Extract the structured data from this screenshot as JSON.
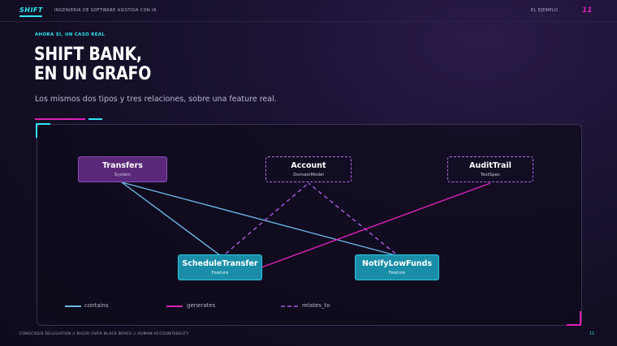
{
  "header": {
    "brand": "SHIFT",
    "subtitle": "INGENIERÍA DE SOFTWARE ASISTIDA CON IA",
    "section": "EL EJEMPLO",
    "page_number": "11"
  },
  "slide": {
    "kicker": "AHORA SÍ, UN CASO REAL",
    "title_line1": "SHIFT BANK,",
    "title_line2": "EN UN GRAFO",
    "lead": "Los mismos dos tipos y tres relaciones, sobre una feature real."
  },
  "graph": {
    "nodes": [
      {
        "id": "transfers",
        "name": "Transfers",
        "type": "System"
      },
      {
        "id": "account",
        "name": "Account",
        "type": "DomainModel"
      },
      {
        "id": "audittrail",
        "name": "AuditTrail",
        "type": "TestSpec"
      },
      {
        "id": "scheduletransfer",
        "name": "ScheduleTransfer",
        "type": "Feature"
      },
      {
        "id": "notifylowfunds",
        "name": "NotifyLowFunds",
        "type": "Feature"
      }
    ],
    "edges": [
      {
        "from": "transfers",
        "to": "scheduletransfer",
        "relation": "contains"
      },
      {
        "from": "transfers",
        "to": "notifylowfunds",
        "relation": "contains"
      },
      {
        "from": "scheduletransfer",
        "to": "account",
        "relation": "relates_to"
      },
      {
        "from": "notifylowfunds",
        "to": "account",
        "relation": "relates_to"
      },
      {
        "from": "scheduletransfer",
        "to": "audittrail",
        "relation": "generates"
      }
    ]
  },
  "legend": {
    "contains": "contains",
    "generates": "generates",
    "relates_to": "relates_to"
  },
  "colors": {
    "contains": "#6fb6e6",
    "generates": "#e020b8",
    "relates_to": "#a85ae0",
    "accent_cyan": "#2ee6f0",
    "accent_pink": "#e020b8"
  },
  "footer": {
    "text": "CONSCIOUS DELEGATION // RIGOR OVER BLACK BOXES // HUMAN ACCOUNTABILITY",
    "page_number": "11"
  }
}
